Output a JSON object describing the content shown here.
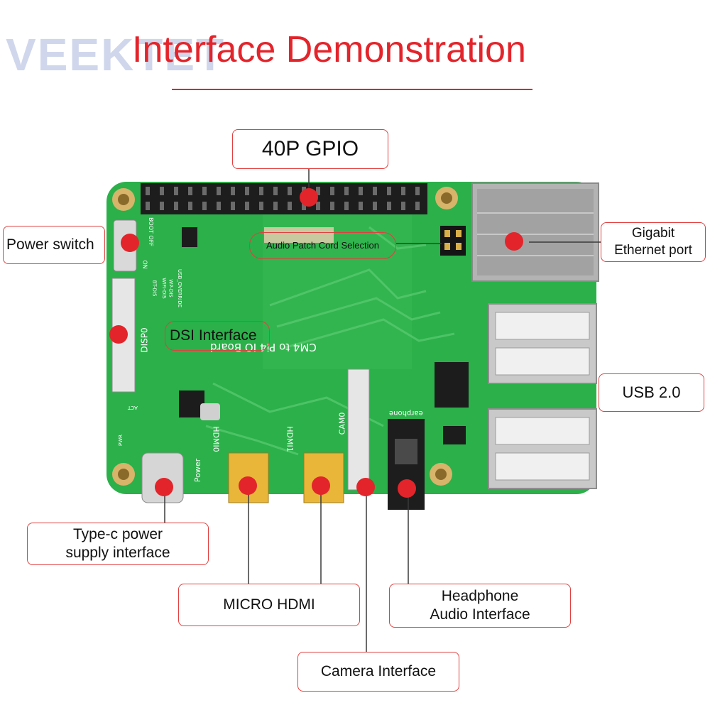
{
  "title": "Interface Demonstration",
  "brand": "VEEKTET",
  "colors": {
    "accent": "#e3242b",
    "pcb": "#2bb04a",
    "callout_border": "#e0403f"
  },
  "callouts": {
    "gpio": "40P GPIO",
    "audio_patch": "Audio Patch Cord Selection",
    "power_switch": "Power switch",
    "dsi": "DSI Interface",
    "ethernet_line1": "Gigabit",
    "ethernet_line2": "Ethernet port",
    "usb": "USB 2.0",
    "typec_line1": "Type-c power",
    "typec_line2": "supply interface",
    "micro_hdmi": "MICRO HDMI",
    "headphone_line1": "Headphone",
    "headphone_line2": "Audio Interface",
    "camera": "Camera Interface"
  },
  "silkscreen": {
    "board_name": "CM4 to Pi4 IO Board",
    "disp": "DISP0",
    "cam": "CAM0",
    "hdmi0": "HDMI0",
    "hdmi1": "HDMI1",
    "power": "Power",
    "earphone": "earphone",
    "on": "ON",
    "boot_off": "BOOT OFF",
    "bt_dis": "BT-DIS",
    "wifi_dis": "WIFI-DIS",
    "wp_dis": "WP-DIS",
    "usb_override": "USB_OVERRIDE",
    "act": "ACT",
    "pwr": "PWR"
  }
}
